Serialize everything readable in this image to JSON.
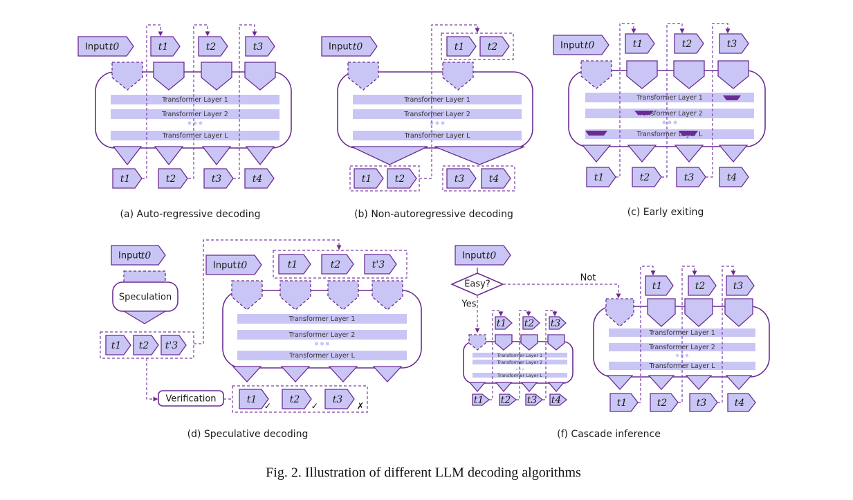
{
  "figure_caption": "Fig. 2.  Illustration of different LLM decoding algorithms",
  "panels": {
    "a": {
      "caption": "(a) Auto-regressive decoding",
      "input_label": "Input",
      "input_token": "t0",
      "out_tokens": [
        "t1",
        "t2",
        "t3"
      ],
      "in_tokens": [
        "t1",
        "t2",
        "t3",
        "t4"
      ],
      "layers": [
        "Transformer Layer 1",
        "Transformer Layer 2",
        "Transformer Layer L"
      ]
    },
    "b": {
      "caption": "(b) Non-autoregressive decoding",
      "input_label": "Input",
      "input_token": "t0",
      "top_group": [
        "t1",
        "t2"
      ],
      "bottom_group_1": [
        "t1",
        "t2"
      ],
      "bottom_group_2": [
        "t3",
        "t4"
      ],
      "layers": [
        "Transformer Layer 1",
        "Transformer Layer 2",
        "Transformer Layer L"
      ]
    },
    "c": {
      "caption": "(c) Early exiting",
      "input_label": "Input",
      "input_token": "t0",
      "out_tokens": [
        "t1",
        "t2",
        "t3"
      ],
      "in_tokens": [
        "t1",
        "t2",
        "t3",
        "t4"
      ],
      "layers": [
        "Transformer Layer 1",
        "Transformer Layer 2",
        "Transformer Layer L"
      ]
    },
    "d": {
      "caption": "(d) Speculative decoding",
      "input_label": "Input",
      "input_token": "t0",
      "speculation_label": "Speculation",
      "verification_label": "Verification",
      "draft_tokens": [
        "t1",
        "t2",
        "t'3"
      ],
      "verify_tokens": [
        "t1",
        "t2",
        "t3"
      ],
      "verify_marks": [
        "✓",
        "✓",
        "✗"
      ],
      "layers": [
        "Transformer Layer 1",
        "Transformer Layer 2",
        "Transformer Layer L"
      ]
    },
    "f": {
      "caption": "(f) Cascade inference",
      "input_label": "Input",
      "input_token": "t0",
      "decision_label": "Easy?",
      "yes_label": "Yes",
      "no_label": "Not",
      "small_out": [
        "t1",
        "t2",
        "t3"
      ],
      "small_in": [
        "t1",
        "t2",
        "t3",
        "t4"
      ],
      "big_out": [
        "t1",
        "t2",
        "t3"
      ],
      "big_in": [
        "t1",
        "t2",
        "t3",
        "t4"
      ],
      "layers": [
        "Transformer Layer 1",
        "Transformer Layer 2",
        "Transformer Layer L"
      ]
    }
  },
  "colors": {
    "stroke": "#6a2c91",
    "fill": "#c9c5f5",
    "layer_fill": "#c9c5f5",
    "exit_marker": "#6a2c91",
    "dashed": "#7a3da6"
  }
}
